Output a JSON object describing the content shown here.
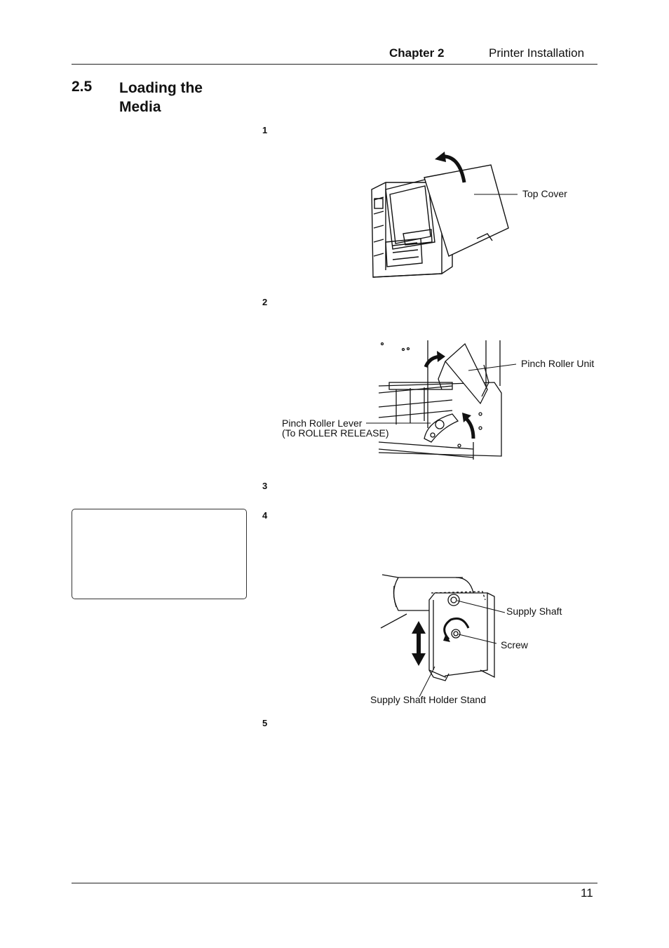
{
  "header": {
    "chapter": "Chapter 2",
    "title": "Printer Installation"
  },
  "section": {
    "number": "2.5",
    "title": "Loading the Media"
  },
  "steps": [
    "1",
    "2",
    "3",
    "4",
    "5"
  ],
  "figure1": {
    "label_top_cover": "Top Cover"
  },
  "figure2": {
    "label_pinch_roller_unit": "Pinch Roller Unit",
    "label_pinch_roller_lever_line1": "Pinch Roller Lever",
    "label_pinch_roller_lever_line2": "(To ROLLER RELEASE)"
  },
  "figure3": {
    "label_supply_shaft": "Supply Shaft",
    "label_screw": "Screw",
    "label_holder_stand": "Supply Shaft Holder Stand"
  },
  "footer": {
    "page_number": "11"
  }
}
